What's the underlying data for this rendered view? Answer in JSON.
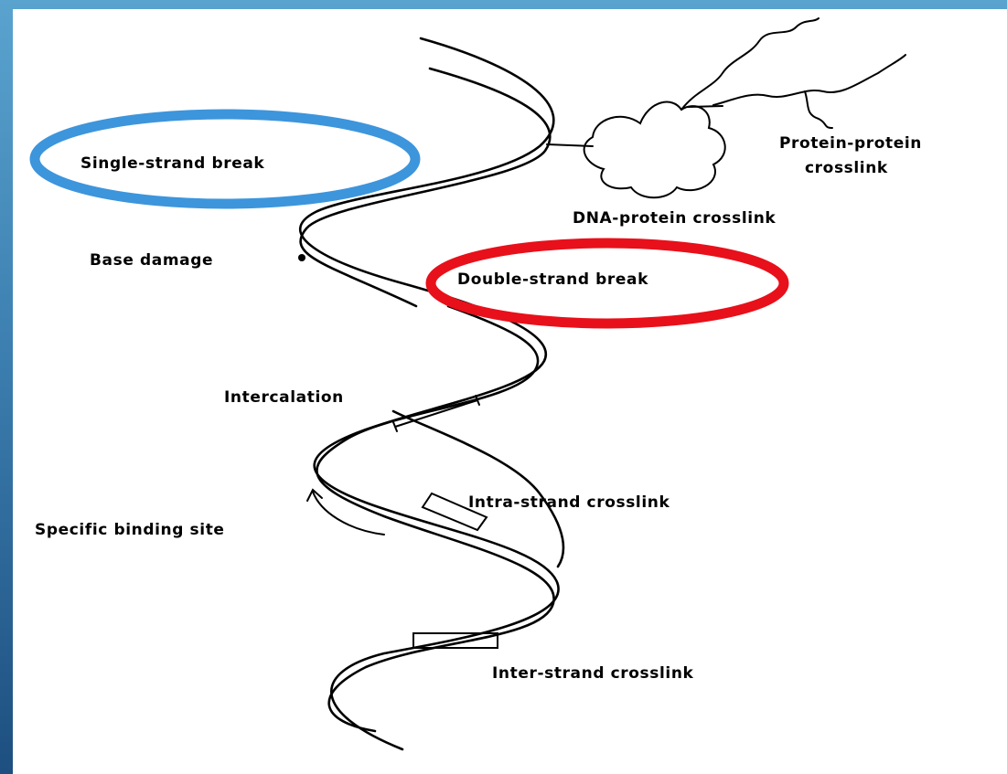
{
  "diagram": {
    "labels": {
      "single_strand_break": "Single-strand break",
      "protein_protein_line1": "Protein-protein",
      "protein_protein_line2": "crosslink",
      "dna_protein_crosslink": "DNA-protein crosslink",
      "base_damage": "Base damage",
      "double_strand_break": "Double-strand break",
      "intercalation": "Intercalation",
      "intra_strand_crosslink": "Intra-strand crosslink",
      "specific_binding_site": "Specific binding site",
      "inter_strand_crosslink": "Inter-strand crosslink"
    },
    "highlights": {
      "single_strand_break_color": "#3d95dc",
      "double_strand_break_color": "#e8101a"
    },
    "colors": {
      "frame_top": "#5aa3cf",
      "frame_bottom": "#1d4f80",
      "panel": "#ffffff",
      "ink": "#000000"
    }
  }
}
